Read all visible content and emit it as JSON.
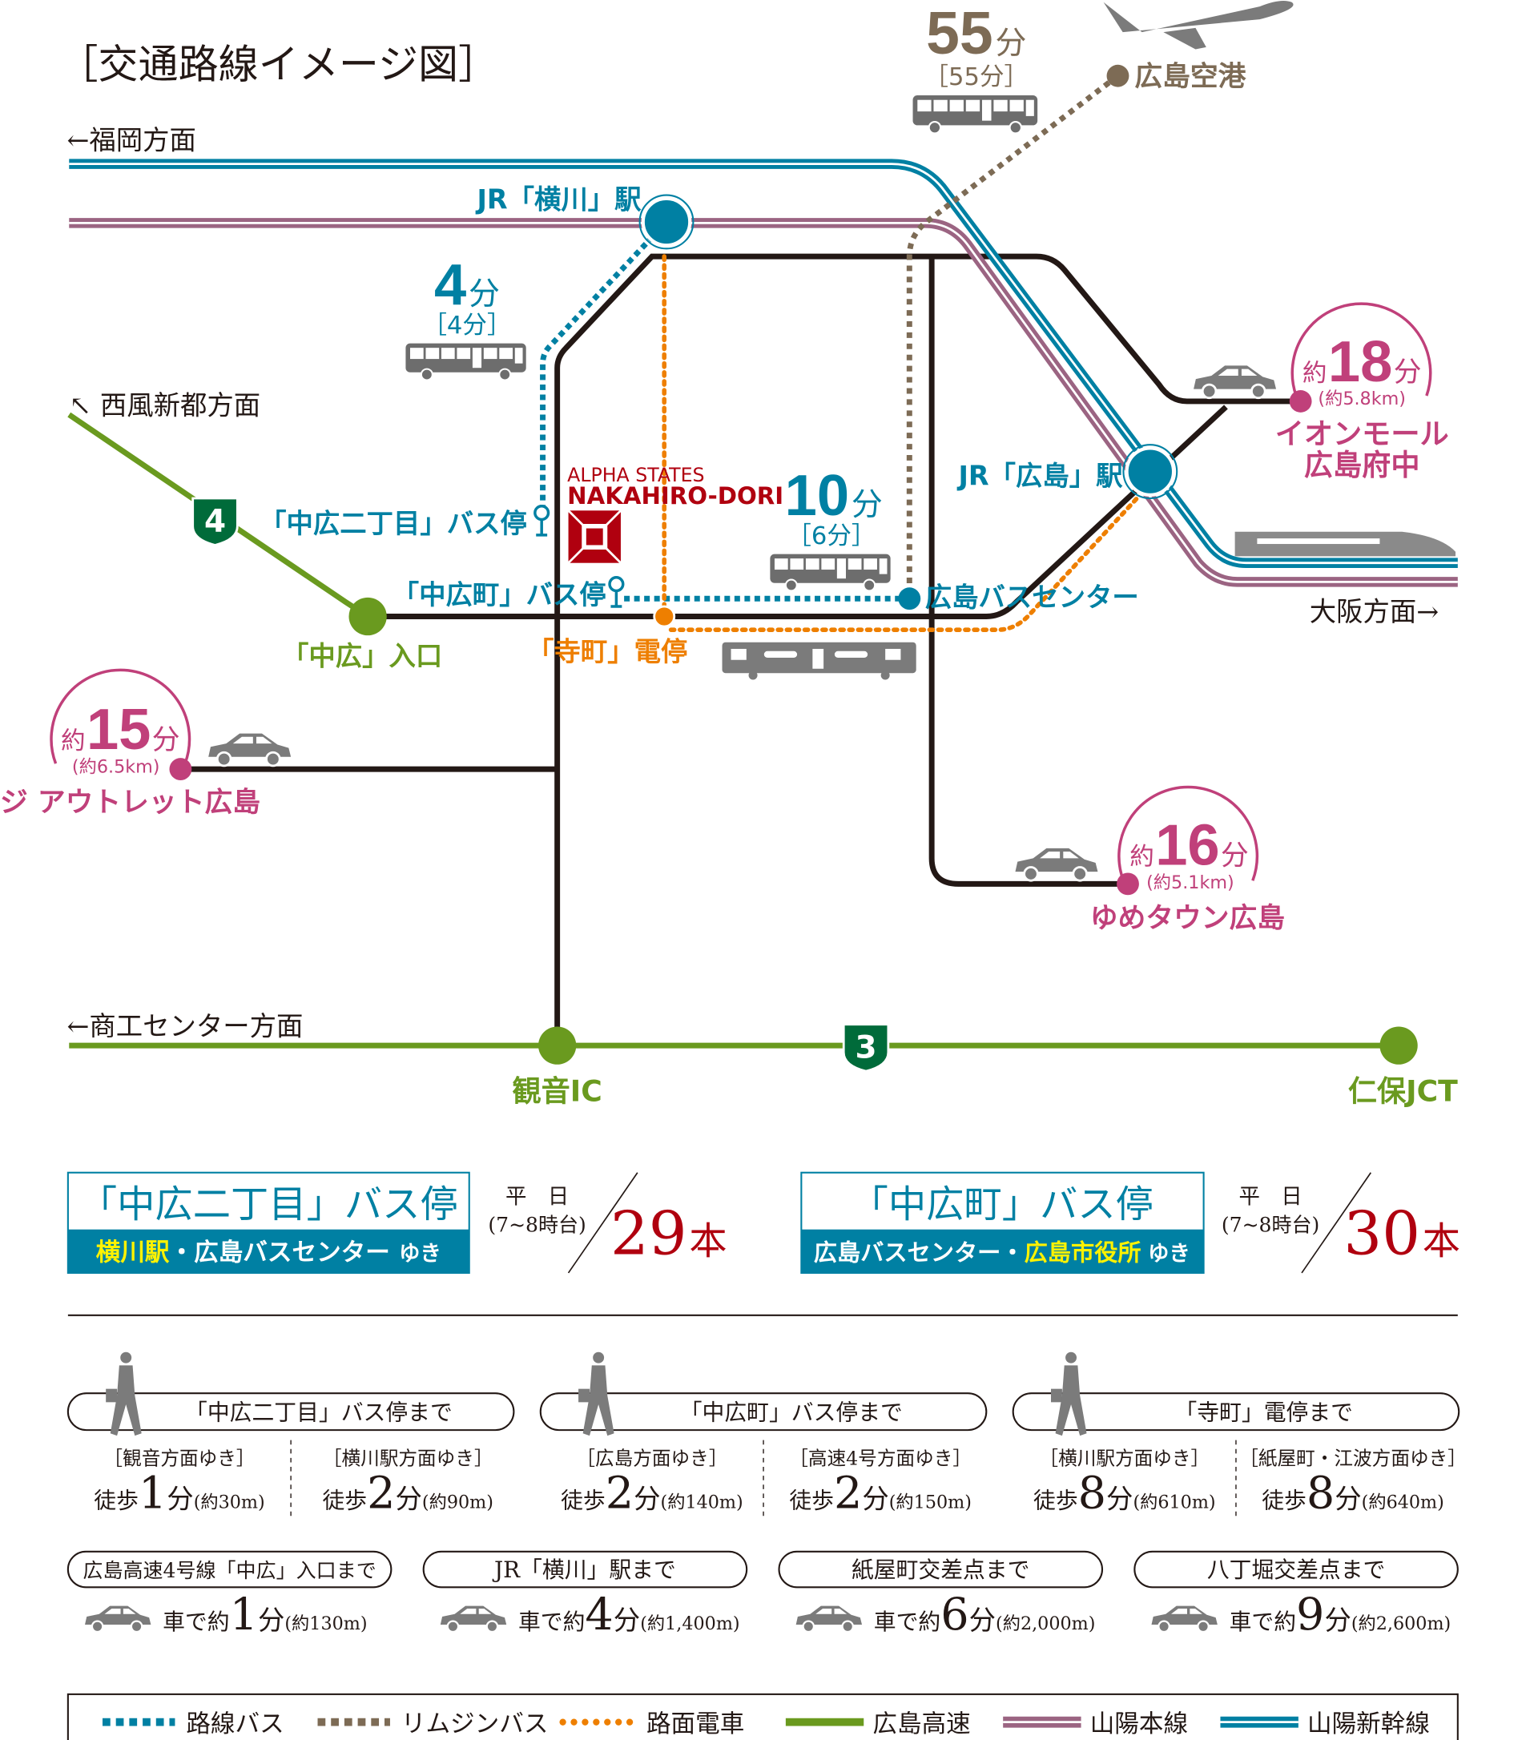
{
  "title": "［交通路線イメージ図］",
  "directions": {
    "fukuoka": "←福岡方面",
    "saifu": "↖ 西風新都方面",
    "osaka": "大阪方面→",
    "shoko": "←商工センター方面"
  },
  "stations": {
    "yokogawa": "JR「横川」駅",
    "hiroshima": "JR「広島」駅",
    "airport": "広島空港",
    "nakahiro_2chome": "「中広二丁目」バス停",
    "nakahiromachi": "「中広町」バス停",
    "bus_center": "広島バスセンター",
    "teramachi": "「寺町」電停",
    "nakahiro_ic": "「中広」入口",
    "kannon_ic": "観音IC",
    "niho_jct": "仁保JCT"
  },
  "property": {
    "line1": "ALPHA STATES",
    "line2": "NAKAHIRO-DORI"
  },
  "shields": {
    "route4": "4",
    "route3": "3"
  },
  "times": {
    "airport": {
      "value": "55",
      "unit": "分",
      "sub": "［55分］"
    },
    "yokogawa": {
      "value": "4",
      "unit": "分",
      "sub": "［4分］"
    },
    "bus_center": {
      "value": "10",
      "unit": "分",
      "sub": "［6分］"
    }
  },
  "destinations": [
    {
      "prefix": "約",
      "value": "18",
      "unit": "分",
      "distance": "(約5.8km)",
      "name_lines": [
        "イオンモール",
        "広島府中"
      ]
    },
    {
      "prefix": "約",
      "value": "15",
      "unit": "分",
      "distance": "(約6.5km)",
      "name_lines": [
        "ジ アウトレット広島"
      ]
    },
    {
      "prefix": "約",
      "value": "16",
      "unit": "分",
      "distance": "(約5.1km)",
      "name_lines": [
        "ゆめタウン広島"
      ]
    }
  ],
  "frequency": [
    {
      "stop": "「中広二丁目」バス停",
      "dest_highlight": "横川駅",
      "dest_rest": "・広島バスセンター",
      "dest_suffix": "ゆき",
      "day": "平　日",
      "hours": "(7~8時台)",
      "count": "29",
      "count_unit": "本"
    },
    {
      "stop": "「中広町」バス停",
      "dest_pre": "広島バスセンター・",
      "dest_highlight": "広島市役所",
      "dest_suffix": "ゆき",
      "day": "平　日",
      "hours": "(7~8時台)",
      "count": "30",
      "count_unit": "本"
    }
  ],
  "walk": [
    {
      "label": "「中広二丁目」バス停まで",
      "cols": [
        {
          "dir": "［観音方面ゆき］",
          "pre": "徒歩",
          "num": "1",
          "unit": "分",
          "dist": "(約30m)"
        },
        {
          "dir": "［横川駅方面ゆき］",
          "pre": "徒歩",
          "num": "2",
          "unit": "分",
          "dist": "(約90m)"
        }
      ]
    },
    {
      "label": "「中広町」バス停まで",
      "cols": [
        {
          "dir": "［広島方面ゆき］",
          "pre": "徒歩",
          "num": "2",
          "unit": "分",
          "dist": "(約140m)"
        },
        {
          "dir": "［高速4号方面ゆき］",
          "pre": "徒歩",
          "num": "2",
          "unit": "分",
          "dist": "(約150m)"
        }
      ]
    },
    {
      "label": "「寺町」電停まで",
      "cols": [
        {
          "dir": "［横川駅方面ゆき］",
          "pre": "徒歩",
          "num": "8",
          "unit": "分",
          "dist": "(約610m)"
        },
        {
          "dir": "［紙屋町・江波方面ゆき］",
          "pre": "徒歩",
          "num": "8",
          "unit": "分",
          "dist": "(約640m)"
        }
      ]
    }
  ],
  "car": [
    {
      "label": "広島高速4号線「中広」入口まで",
      "pre": "車で約",
      "num": "1",
      "unit": "分",
      "dist": "(約130m)"
    },
    {
      "label": "JR「横川」駅まで",
      "pre": "車で約",
      "num": "4",
      "unit": "分",
      "dist": "(約1,400m)"
    },
    {
      "label": "紙屋町交差点まで",
      "pre": "車で約",
      "num": "6",
      "unit": "分",
      "dist": "(約2,000m)"
    },
    {
      "label": "八丁堀交差点まで",
      "pre": "車で約",
      "num": "9",
      "unit": "分",
      "dist": "(約2,600m)"
    }
  ],
  "legend": [
    {
      "label": "路線バス",
      "color": "#0080a3",
      "style": "dotted"
    },
    {
      "label": "リムジンバス",
      "color": "#7d6b55",
      "style": "dotted"
    },
    {
      "label": "路面電車",
      "color": "#ee7f00",
      "style": "dotted"
    },
    {
      "label": "広島高速",
      "color": "#6a9a1f",
      "style": "solid"
    },
    {
      "label": "山陽本線",
      "color": "#9b6482",
      "style": "double"
    },
    {
      "label": "山陽新幹線",
      "color": "#0080a3",
      "style": "double"
    }
  ],
  "colors": {
    "bus": "#0080a3",
    "limousine": "#7d6b55",
    "tram": "#ee7f00",
    "expressway": "#6a9a1f",
    "sanyo_main": "#9b6482",
    "shinkansen": "#0080a3",
    "destination": "#c0407a",
    "brand": "#b0000f",
    "road": "#231815"
  }
}
